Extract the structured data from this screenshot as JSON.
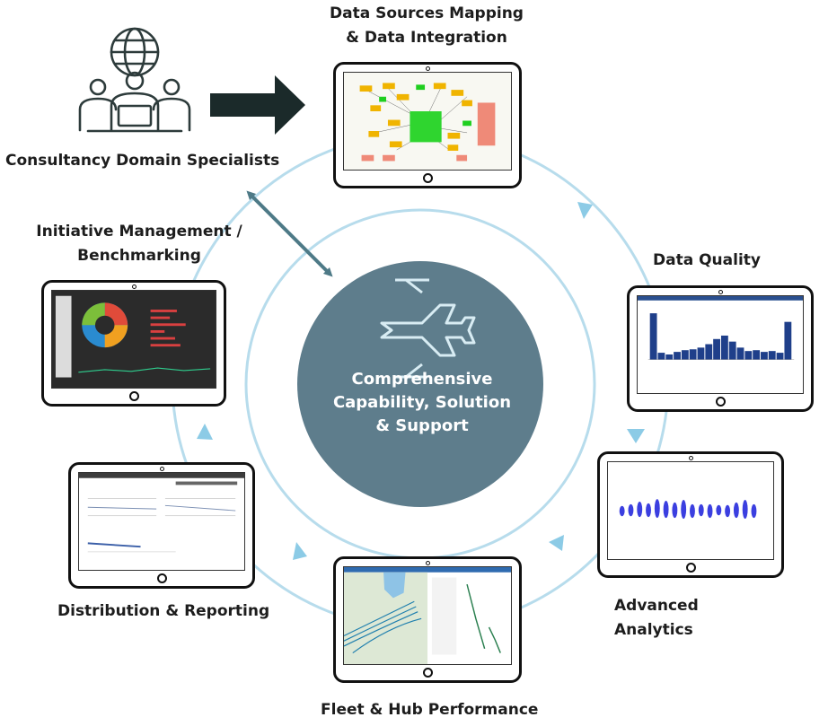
{
  "labels": {
    "consultancy": "Consultancy Domain Specialists",
    "data_sources_line1": "Data Sources Mapping",
    "data_sources_line2": "& Data Integration",
    "data_quality": "Data Quality",
    "advanced_line1": "Advanced",
    "advanced_line2": "Analytics",
    "fleet": "Fleet & Hub Performance",
    "distribution": "Distribution & Reporting",
    "initiative_line1": "Initiative Management /",
    "initiative_line2": "Benchmarking"
  },
  "center": {
    "line1": "Comprehensive",
    "line2": "Capability, Solution",
    "line3": "& Support",
    "icon": "airplane-icon"
  },
  "icons": {
    "specialists": "team-globe-icon",
    "flow_arrow": "right-arrow-icon",
    "link_arrow": "double-headed-arrow-icon"
  },
  "colors": {
    "center_fill": "#5e7d8c",
    "ring": "#b7dcec",
    "cycle_arrow": "#8ccbe6",
    "dark_arrow": "#1b2a2a",
    "link_arrow": "#4e7a87",
    "tablet_frame": "#111111"
  }
}
